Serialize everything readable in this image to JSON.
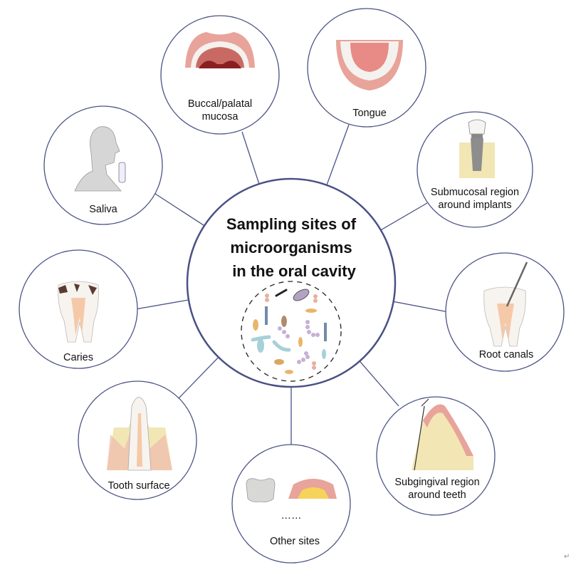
{
  "center": {
    "title_lines": [
      "Sampling sites of",
      "microorganisms",
      "in the oral cavity"
    ]
  },
  "sites": [
    {
      "id": "buccal",
      "label_lines": [
        "Buccal/palatal",
        "mucosa"
      ]
    },
    {
      "id": "tongue",
      "label_lines": [
        "Tongue"
      ]
    },
    {
      "id": "saliva",
      "label_lines": [
        "Saliva"
      ]
    },
    {
      "id": "implants",
      "label_lines": [
        "Submucosal region",
        "around implants"
      ]
    },
    {
      "id": "caries",
      "label_lines": [
        "Caries"
      ]
    },
    {
      "id": "root",
      "label_lines": [
        "Root canals"
      ]
    },
    {
      "id": "tooth",
      "label_lines": [
        "Tooth surface"
      ]
    },
    {
      "id": "subgingival",
      "label_lines": [
        "Subgingival region",
        "around teeth"
      ]
    },
    {
      "id": "other",
      "label_lines": [
        "Other sites"
      ],
      "ellipsis": "……"
    }
  ],
  "colors": {
    "ring": "#4a5185",
    "gum": "#e8a39a",
    "tooth": "#f4f4f2",
    "bone": "#f1e6b4",
    "pulp": "#f5c9a8"
  },
  "return_mark": "↵"
}
